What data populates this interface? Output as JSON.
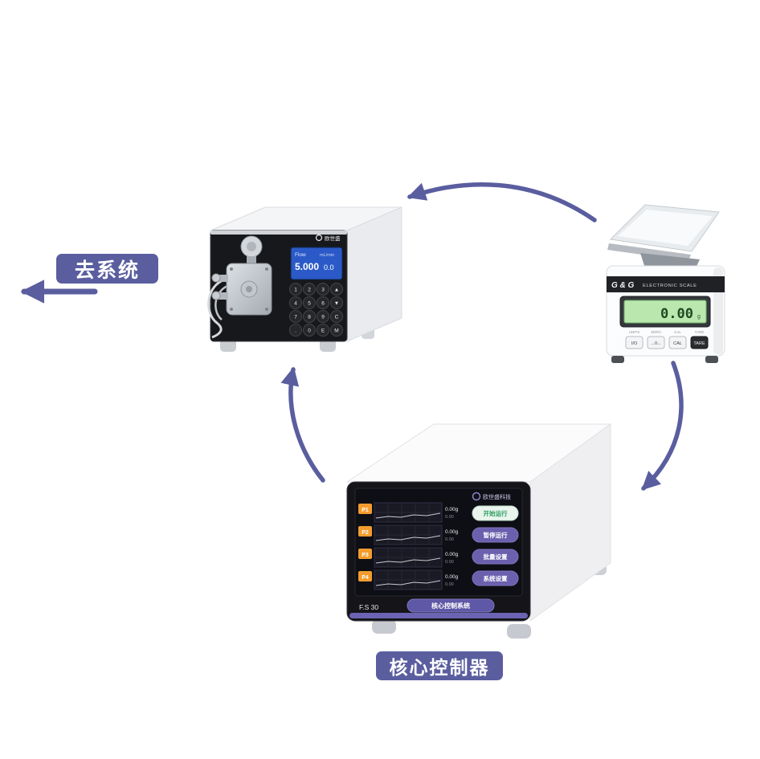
{
  "colors": {
    "accent": "#5a5e9f",
    "orange": "#f39c2d",
    "lcd_green": "#b9e7ae",
    "pump_lcd_blue": "#2b5ac8"
  },
  "labels": {
    "to_system": "去系统",
    "core_controller": "核心控制器"
  },
  "pump": {
    "brand": "欧世盛",
    "screen": {
      "label": "Flow",
      "value": "5.000",
      "unit": "mL/min",
      "aux": "0.0"
    },
    "keypad": [
      "1",
      "2",
      "3",
      "▲",
      "4",
      "5",
      "6",
      "▼",
      "7",
      "8",
      "9",
      "C",
      ".",
      "0",
      "E",
      "M"
    ]
  },
  "scale": {
    "brand": "G & G",
    "title": "ELECTRONIC SCALE",
    "display": "0.00",
    "unit": "g",
    "key_labels": [
      "UNITS",
      "ZERO",
      "CAL",
      "TARE"
    ],
    "buttons": [
      "I/O",
      "→0←",
      "CAL",
      "TARE"
    ]
  },
  "controller": {
    "brand": "欧世盛科技",
    "model": "F.S 30",
    "banner": "核心控制系统",
    "channels": [
      {
        "id": "P1",
        "value": "0.00g",
        "sub": "0.00"
      },
      {
        "id": "P2",
        "value": "0.00g",
        "sub": "0.00"
      },
      {
        "id": "P3",
        "value": "0.00g",
        "sub": "0.00"
      },
      {
        "id": "P4",
        "value": "0.00g",
        "sub": "0.00"
      }
    ],
    "buttons": [
      "开始运行",
      "暂停运行",
      "批量设置",
      "系统设置"
    ]
  }
}
